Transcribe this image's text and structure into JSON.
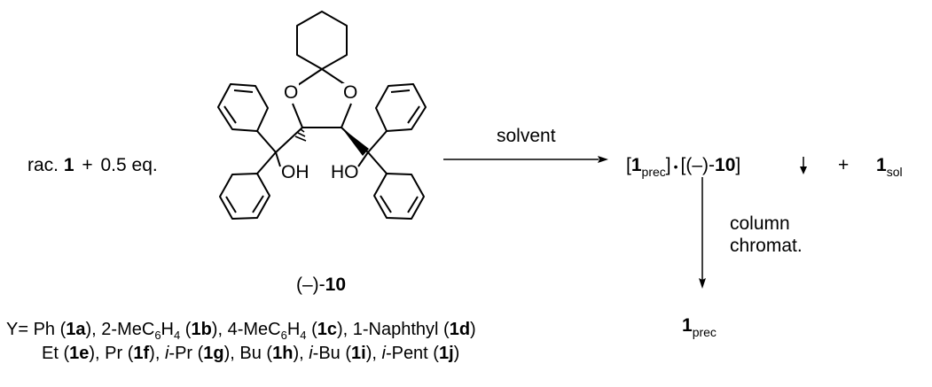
{
  "left": {
    "rac": "rac.",
    "num1": "1",
    "plus": "+",
    "eq": "0.5 eq."
  },
  "reagent": {
    "o1": "O",
    "o2": "O",
    "oh1": "OH",
    "oh2": "HO",
    "label_prefix": "(–)-",
    "label_num": "10"
  },
  "reaction": {
    "solvent": "solvent",
    "column": "column",
    "chromat": "chromat."
  },
  "products": {
    "lb": "[",
    "p1": "1",
    "prec": "prec",
    "rb": "]",
    "dot": "•",
    "lb2": "[(–)-",
    "p10": "10",
    "rb2": "]",
    "plus": "+",
    "sol_num": "1",
    "sol": "sol",
    "final_num": "1",
    "final_sub": "prec"
  },
  "legend": {
    "line1": [
      {
        "t": "Y= Ph (",
        "s": ""
      },
      {
        "t": "1a",
        "s": "b"
      },
      {
        "t": "), 2-MeC",
        "s": ""
      },
      {
        "t": "6",
        "s": "sub"
      },
      {
        "t": "H",
        "s": ""
      },
      {
        "t": "4",
        "s": "sub"
      },
      {
        "t": " (",
        "s": ""
      },
      {
        "t": "1b",
        "s": "b"
      },
      {
        "t": "), 4-MeC",
        "s": ""
      },
      {
        "t": "6",
        "s": "sub"
      },
      {
        "t": "H",
        "s": ""
      },
      {
        "t": "4",
        "s": "sub"
      },
      {
        "t": " (",
        "s": ""
      },
      {
        "t": "1c",
        "s": "b"
      },
      {
        "t": "), 1-Naphthyl (",
        "s": ""
      },
      {
        "t": "1d",
        "s": "b"
      },
      {
        "t": ")",
        "s": ""
      }
    ],
    "line2": [
      {
        "t": "Et (",
        "s": ""
      },
      {
        "t": "1e",
        "s": "b"
      },
      {
        "t": "), Pr (",
        "s": ""
      },
      {
        "t": "1f",
        "s": "b"
      },
      {
        "t": "), ",
        "s": ""
      },
      {
        "t": "i",
        "s": "i"
      },
      {
        "t": "-Pr (",
        "s": ""
      },
      {
        "t": "1g",
        "s": "b"
      },
      {
        "t": "), Bu (",
        "s": ""
      },
      {
        "t": "1h",
        "s": "b"
      },
      {
        "t": "), ",
        "s": ""
      },
      {
        "t": "i",
        "s": "i"
      },
      {
        "t": "-Bu (",
        "s": ""
      },
      {
        "t": "1i",
        "s": "b"
      },
      {
        "t": "), ",
        "s": ""
      },
      {
        "t": "i",
        "s": "i"
      },
      {
        "t": "-Pent (",
        "s": ""
      },
      {
        "t": "1j",
        "s": "b"
      },
      {
        "t": ")",
        "s": ""
      }
    ]
  }
}
